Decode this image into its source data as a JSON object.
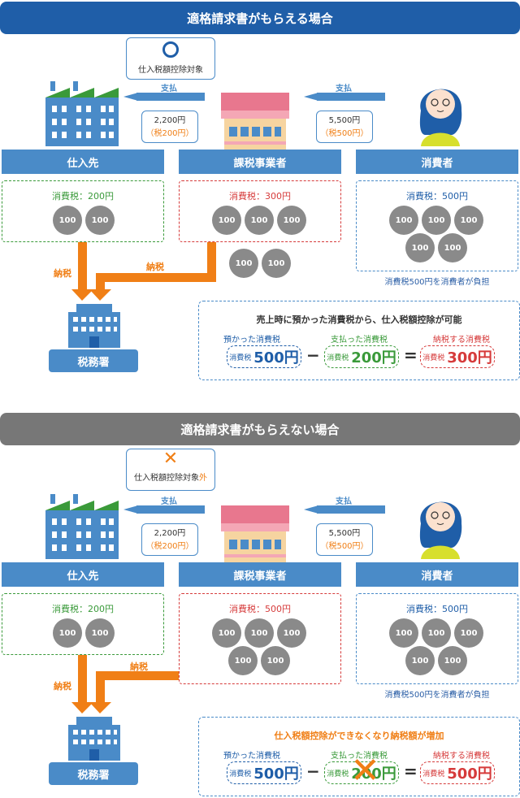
{
  "section1": {
    "title": "適格請求書がもらえる場合",
    "callout_mark": "○",
    "callout_text": "仕入税額控除対象",
    "pay_label_left": "支払",
    "pay_label_right": "支払",
    "amount_left": "2,200円",
    "amount_left_tax": "（税200円）",
    "amount_right": "5,500円",
    "amount_right_tax": "（税500円）",
    "roles": [
      "仕入先",
      "課税事業者",
      "消費者"
    ],
    "tax_supplier": "消費税：200円",
    "tax_business": "消費税：300円",
    "tax_consumer": "消費税：500円",
    "coin": "100",
    "nozei_left": "納税",
    "nozei_right": "納税",
    "office": "税務署",
    "consumer_note": "消費税500円を消費者が負担",
    "calc_title": "売上時に預かった消費税から、仕入税額控除が可能",
    "cap1": "預かった消費税",
    "cap2": "支払った消費税",
    "cap3": "納税する消費税",
    "pill_small": "消費税",
    "pill1": "500円",
    "pill2": "200円",
    "pill3": "300円",
    "minus": "−",
    "equals": "="
  },
  "section2": {
    "title": "適格請求書がもらえない場合",
    "callout_mark": "✕",
    "callout_text": "仕入税額控除対象",
    "callout_text_suffix": "外",
    "pay_label_left": "支払",
    "pay_label_right": "支払",
    "amount_left": "2,200円",
    "amount_left_tax": "（税200円）",
    "amount_right": "5,500円",
    "amount_right_tax": "（税500円）",
    "roles": [
      "仕入先",
      "課税事業者",
      "消費者"
    ],
    "tax_supplier": "消費税：200円",
    "tax_business": "消費税：500円",
    "tax_consumer": "消費税：500円",
    "coin": "100",
    "nozei_left": "納税",
    "nozei_right": "納税",
    "office": "税務署",
    "consumer_note": "消費税500円を消費者が負担",
    "calc_title": "仕入税額控除ができなくなり納税額が増加",
    "cap1": "預かった消費税",
    "cap2": "支払った消費税",
    "cap3": "納税する消費税",
    "pill_small": "消費税",
    "pill1": "500円",
    "pill2": "200円",
    "pill3": "500円",
    "minus": "−",
    "equals": "="
  },
  "colors": {
    "blue": "#4a8bc8",
    "dark_blue": "#1f5ea8",
    "gray_header": "#777777",
    "green": "#3a9a3a",
    "red": "#d63b3b",
    "orange": "#f07f16"
  }
}
